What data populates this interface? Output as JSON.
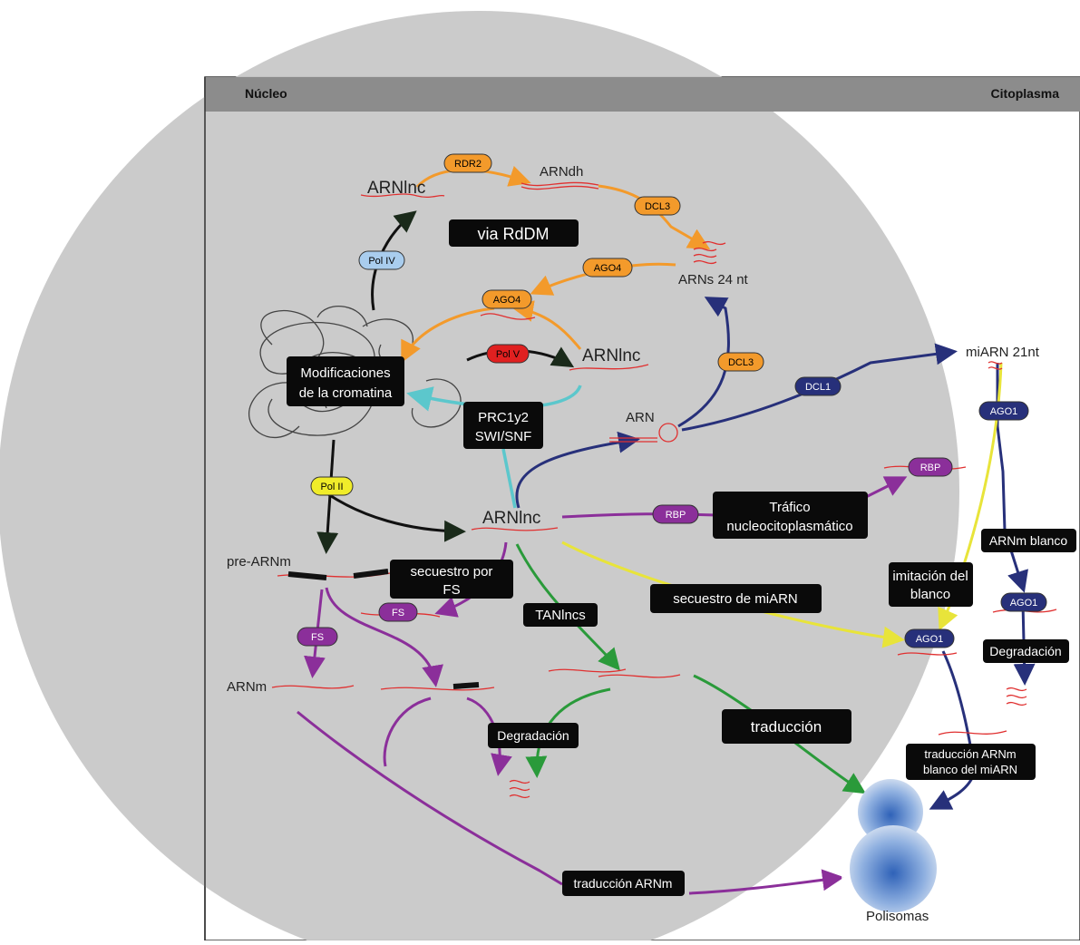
{
  "header": {
    "left": "Núcleo",
    "right": "Citoplasma"
  },
  "labels": {
    "arnlnc": "ARNlnc",
    "arndh": "ARNdh",
    "arns24": "ARNs 24 nt",
    "arn": "ARN",
    "mirna21": "miARN 21nt",
    "pre_arnm": "pre-ARNm",
    "arnm": "ARNm",
    "polisomas": "Polisomas"
  },
  "proteins": {
    "rdr2": "RDR2",
    "dcl3": "DCL3",
    "ago4": "AGO4",
    "pol_iv": "Pol IV",
    "pol_v": "Pol V",
    "pol_ii": "Pol II",
    "dcl1": "DCL1",
    "ago1": "AGO1",
    "rbp": "RBP",
    "fs": "FS"
  },
  "boxes": {
    "via_rddm": "via RdDM",
    "chromatin_1": "Modificaciones",
    "chromatin_2": "de la cromatina",
    "prc_1": "PRC1y2",
    "prc_2": "SWI/SNF",
    "trafico_1": "Tráfico",
    "trafico_2": "nucleocitoplasmático",
    "secuestro_fs_1": "secuestro por",
    "secuestro_fs_2": "FS",
    "tanlncs": "TANlncs",
    "secuestro_mirna": "secuestro de miARN",
    "imitacion_1": "imitación del",
    "imitacion_2": "blanco",
    "arnm_blanco": "ARNm blanco",
    "degradacion": "Degradación",
    "traduccion": "traducción",
    "trad_blanco_1": "traducción ARNm",
    "trad_blanco_2": "blanco del miARN",
    "traduccion_arnm": "traducción ARNm"
  },
  "colors": {
    "nucleus": "#c8c8c8",
    "header_bar": "#8c8c8c",
    "rddm": "#f39a2b",
    "dcl1_path": "#27307a",
    "fs_path": "#8b2f9a",
    "tan_path": "#2a9a3a",
    "mirna_sponge": "#e8e43a",
    "prc_path": "#5cc7cc",
    "rna": "#e03030"
  }
}
